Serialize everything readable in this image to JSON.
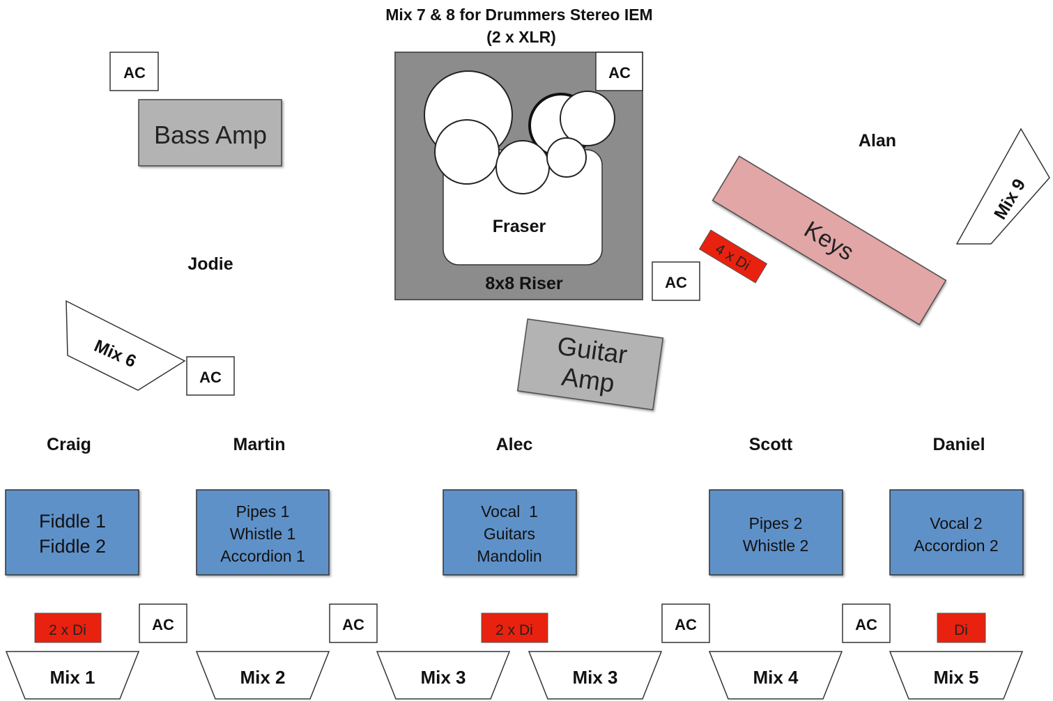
{
  "header": {
    "line1": "Mix 7 & 8 for Drummers Stereo IEM",
    "line2": "(2 x XLR)"
  },
  "colors": {
    "riser": "#8c8c8c",
    "amp": "#b3b3b3",
    "keys": "#e2a6a6",
    "di": "#e8220f",
    "musician_box": "#5f91c9",
    "outline": "#333333"
  },
  "ac_label": "AC",
  "riser": {
    "label": "8x8 Riser",
    "drummer": "Fraser"
  },
  "bass_amp": {
    "label": "Bass Amp"
  },
  "guitar_amp": {
    "line1": "Guitar",
    "line2": "Amp"
  },
  "keys": {
    "label": "Keys",
    "player": "Alan",
    "di": "4 x Di",
    "monitor": "Mix 9"
  },
  "jodie": {
    "name": "Jodie",
    "monitor": "Mix 6"
  },
  "front_line": [
    {
      "name": "Craig",
      "instruments": [
        "Fiddle 1",
        "Fiddle 2"
      ],
      "di": "2 x Di"
    },
    {
      "name": "Martin",
      "instruments": [
        "Pipes 1",
        "Whistle 1",
        "Accordion 1"
      ]
    },
    {
      "name": "Alec",
      "instruments": [
        "Vocal  1",
        "Guitars",
        "Mandolin"
      ],
      "di": "2 x Di"
    },
    {
      "name": "Scott",
      "instruments": [
        "Pipes 2",
        "Whistle 2"
      ]
    },
    {
      "name": "Daniel",
      "instruments": [
        "Vocal 2",
        "Accordion 2"
      ],
      "di": "Di"
    }
  ],
  "wedges": [
    "Mix 1",
    "Mix 2",
    "Mix 3",
    "Mix 3",
    "Mix 4",
    "Mix 5"
  ]
}
